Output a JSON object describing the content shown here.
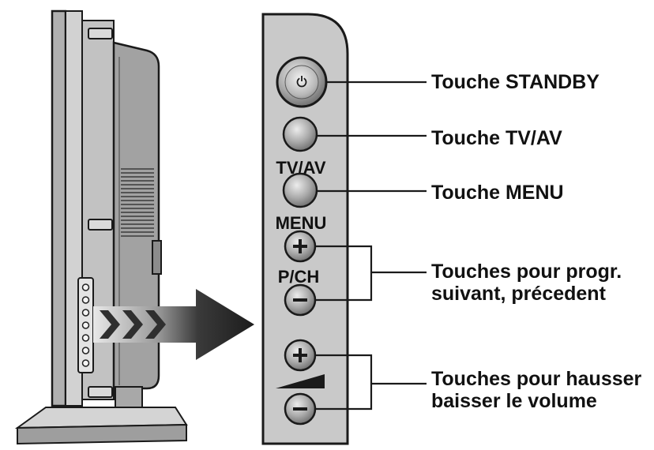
{
  "diagram": {
    "panel": {
      "tvav_label": "TV/AV",
      "menu_label": "MENU",
      "pch_label": "P/CH"
    },
    "callouts": {
      "standby": "Touche STANDBY",
      "tvav": "Touche TV/AV",
      "menu": "Touche MENU",
      "program_line1": "Touches pour progr.",
      "program_line2": "suivant, précedent",
      "volume_line1": "Touches pour hausser",
      "volume_line2": "baisser le volume"
    },
    "icons": [
      "power-icon",
      "plus-icon",
      "minus-icon",
      "volume-wedge-icon",
      "pointer-arrow-icon"
    ]
  },
  "colors": {
    "panel_fill": "#c9c9c9",
    "tv_back_fill": "#a2a2a2",
    "outline": "#1a1a1a"
  }
}
